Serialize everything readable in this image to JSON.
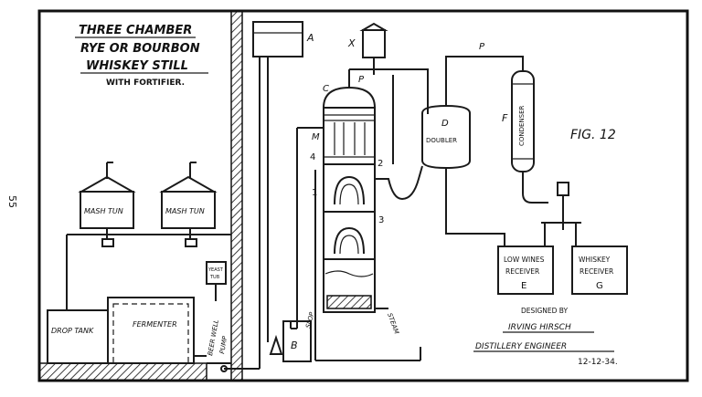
{
  "page_number": "55",
  "title": {
    "line1": "THREE CHAMBER",
    "line2": "RYE OR BOURBON",
    "line3": "WHISKEY STILL",
    "line4": "WITH FORTIFIER."
  },
  "fig_label": "FIG. 12",
  "equipment": {
    "mash_tun_1": "MASH TUN",
    "mash_tun_2": "MASH TUN",
    "yeast_tub": [
      "YEAST",
      "TUB"
    ],
    "drop_tank": "DROP TANK",
    "fermenter": "FERMENTER",
    "beer_well": "BEER WELL",
    "pump": "PUMP",
    "doubler_letter": "D",
    "doubler": "DOUBLER",
    "condenser_letter": "F",
    "condenser": "CONDENSER",
    "low_wines": [
      "LOW WINES",
      "RECEIVER",
      "E"
    ],
    "whiskey_receiver": [
      "WHISKEY",
      "RECEIVER",
      "G"
    ],
    "slop": "SLOP",
    "steam": "STEAM",
    "bottom_tank_letter": "B"
  },
  "letters": {
    "A": "A",
    "X": "X",
    "C": "C",
    "P1": "P",
    "P2": "P",
    "M": "M",
    "n4": "4",
    "n2": "2",
    "n1": "1",
    "n3": "3"
  },
  "credits": {
    "designed_by": "DESIGNED BY",
    "name": "IRVING HIRSCH",
    "role": "DISTILLERY ENGINEER",
    "date": "12-12-34."
  }
}
